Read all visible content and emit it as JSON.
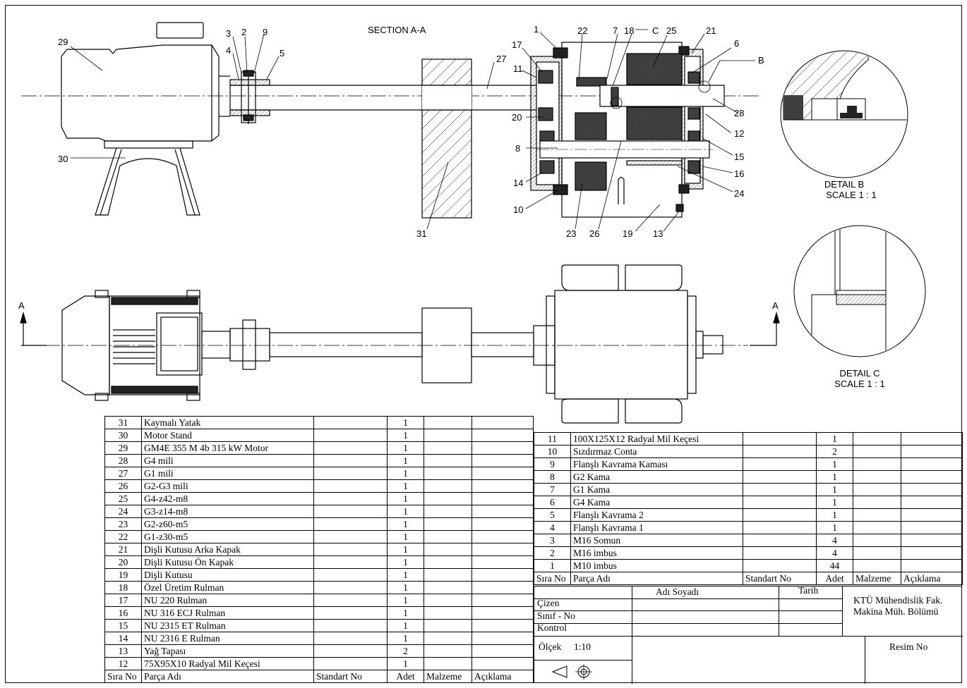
{
  "view_titles": {
    "section": "SECTION A-A",
    "detail_b": "DETAIL B",
    "detail_b_scale": "SCALE 1 : 1",
    "detail_c": "DETAIL C",
    "detail_c_scale": "SCALE 1 : 1",
    "section_mark_left": "A",
    "section_mark_right": "A"
  },
  "balloons": {
    "b1": "1",
    "b2": "2",
    "b3": "3",
    "b4": "4",
    "b5": "5",
    "b6": "6",
    "b7": "7",
    "b8": "8",
    "b9": "9",
    "b10": "10",
    "b11": "11",
    "b12": "12",
    "b13": "13",
    "b14": "14",
    "b15": "15",
    "b16": "16",
    "b17": "17",
    "b18": "18",
    "b19": "19",
    "b20": "20",
    "b21": "21",
    "b22": "22",
    "b23": "23",
    "b24": "24",
    "b25": "25",
    "b26": "26",
    "b27": "27",
    "b28": "28",
    "b29": "29",
    "b30": "30",
    "b31": "31",
    "bB": "B",
    "bC": "C"
  },
  "bom_left": {
    "rows": [
      {
        "no": "31",
        "name": "Kaymalı Yatak",
        "std": "",
        "qty": "1",
        "mat": "",
        "note": ""
      },
      {
        "no": "30",
        "name": "Motor Stand",
        "std": "",
        "qty": "1",
        "mat": "",
        "note": ""
      },
      {
        "no": "29",
        "name": "GM4E 355 M 4b 315 kW Motor",
        "std": "",
        "qty": "1",
        "mat": "",
        "note": ""
      },
      {
        "no": "28",
        "name": "G4 mili",
        "std": "",
        "qty": "1",
        "mat": "",
        "note": ""
      },
      {
        "no": "27",
        "name": "G1 mili",
        "std": "",
        "qty": "1",
        "mat": "",
        "note": ""
      },
      {
        "no": "26",
        "name": "G2-G3 mili",
        "std": "",
        "qty": "1",
        "mat": "",
        "note": ""
      },
      {
        "no": "25",
        "name": "G4-z42-m8",
        "std": "",
        "qty": "1",
        "mat": "",
        "note": ""
      },
      {
        "no": "24",
        "name": "G3-z14-m8",
        "std": "",
        "qty": "1",
        "mat": "",
        "note": ""
      },
      {
        "no": "23",
        "name": "G2-z60-m5",
        "std": "",
        "qty": "1",
        "mat": "",
        "note": ""
      },
      {
        "no": "22",
        "name": "G1-z30-m5",
        "std": "",
        "qty": "1",
        "mat": "",
        "note": ""
      },
      {
        "no": "21",
        "name": "Dişli Kutusu Arka Kapak",
        "std": "",
        "qty": "1",
        "mat": "",
        "note": ""
      },
      {
        "no": "20",
        "name": "Dişli Kutusu Ön Kapak",
        "std": "",
        "qty": "1",
        "mat": "",
        "note": ""
      },
      {
        "no": "19",
        "name": "Dişli Kutusu",
        "std": "",
        "qty": "1",
        "mat": "",
        "note": ""
      },
      {
        "no": "18",
        "name": "Özel Üretim Rulman",
        "std": "",
        "qty": "1",
        "mat": "",
        "note": ""
      },
      {
        "no": "17",
        "name": "NU 220 Rulman",
        "std": "",
        "qty": "1",
        "mat": "",
        "note": ""
      },
      {
        "no": "16",
        "name": "NU 316 ECJ Rulman",
        "std": "",
        "qty": "1",
        "mat": "",
        "note": ""
      },
      {
        "no": "15",
        "name": "NU 2315 ET Rulman",
        "std": "",
        "qty": "1",
        "mat": "",
        "note": ""
      },
      {
        "no": "14",
        "name": "NU 2316 E Rulman",
        "std": "",
        "qty": "1",
        "mat": "",
        "note": ""
      },
      {
        "no": "13",
        "name": "Yağ Tapası",
        "std": "",
        "qty": "2",
        "mat": "",
        "note": ""
      },
      {
        "no": "12",
        "name": "75X95X10 Radyal Mil Keçesi",
        "std": "",
        "qty": "1",
        "mat": "",
        "note": ""
      }
    ],
    "header": {
      "no": "Sıra No",
      "name": "Parça Adı",
      "std": "Standart No",
      "qty": "Adet",
      "mat": "Malzeme",
      "note": "Açıklama"
    }
  },
  "bom_right": {
    "rows": [
      {
        "no": "11",
        "name": "100X125X12 Radyal Mil Keçesi",
        "std": "",
        "qty": "1",
        "mat": "",
        "note": ""
      },
      {
        "no": "10",
        "name": "Sızdırmaz Conta",
        "std": "",
        "qty": "2",
        "mat": "",
        "note": ""
      },
      {
        "no": "9",
        "name": "Flanşlı Kavrama Kaması",
        "std": "",
        "qty": "1",
        "mat": "",
        "note": ""
      },
      {
        "no": "8",
        "name": "G2 Kama",
        "std": "",
        "qty": "1",
        "mat": "",
        "note": ""
      },
      {
        "no": "7",
        "name": "G1 Kama",
        "std": "",
        "qty": "1",
        "mat": "",
        "note": ""
      },
      {
        "no": "6",
        "name": "G4 Kama",
        "std": "",
        "qty": "1",
        "mat": "",
        "note": ""
      },
      {
        "no": "5",
        "name": "Flanşlı Kavrama 2",
        "std": "",
        "qty": "1",
        "mat": "",
        "note": ""
      },
      {
        "no": "4",
        "name": "Flanşlı Kavrama 1",
        "std": "",
        "qty": "1",
        "mat": "",
        "note": ""
      },
      {
        "no": "3",
        "name": "M16 Somun",
        "std": "",
        "qty": "4",
        "mat": "",
        "note": ""
      },
      {
        "no": "2",
        "name": "M16 imbus",
        "std": "",
        "qty": "4",
        "mat": "",
        "note": ""
      },
      {
        "no": "1",
        "name": "M10 imbus",
        "std": "",
        "qty": "44",
        "mat": "",
        "note": ""
      }
    ],
    "header": {
      "no": "Sıra No",
      "name": "Parça Adı",
      "std": "Standart No",
      "qty": "Adet",
      "mat": "Malzeme",
      "note": "Açıklama"
    }
  },
  "title_block": {
    "name_header": "Adı Soyadı",
    "date_header": "Tarih",
    "drawn": "Çizen",
    "class_no": "Sınıf - No",
    "check": "Kontrol",
    "scale_label": "Ölçek",
    "scale_value": "1:10",
    "org_line1": "KTÜ Mühendislik Fak.",
    "org_line2": "Makina Müh. Bölümü",
    "drawing_no_label": "Resim No"
  }
}
